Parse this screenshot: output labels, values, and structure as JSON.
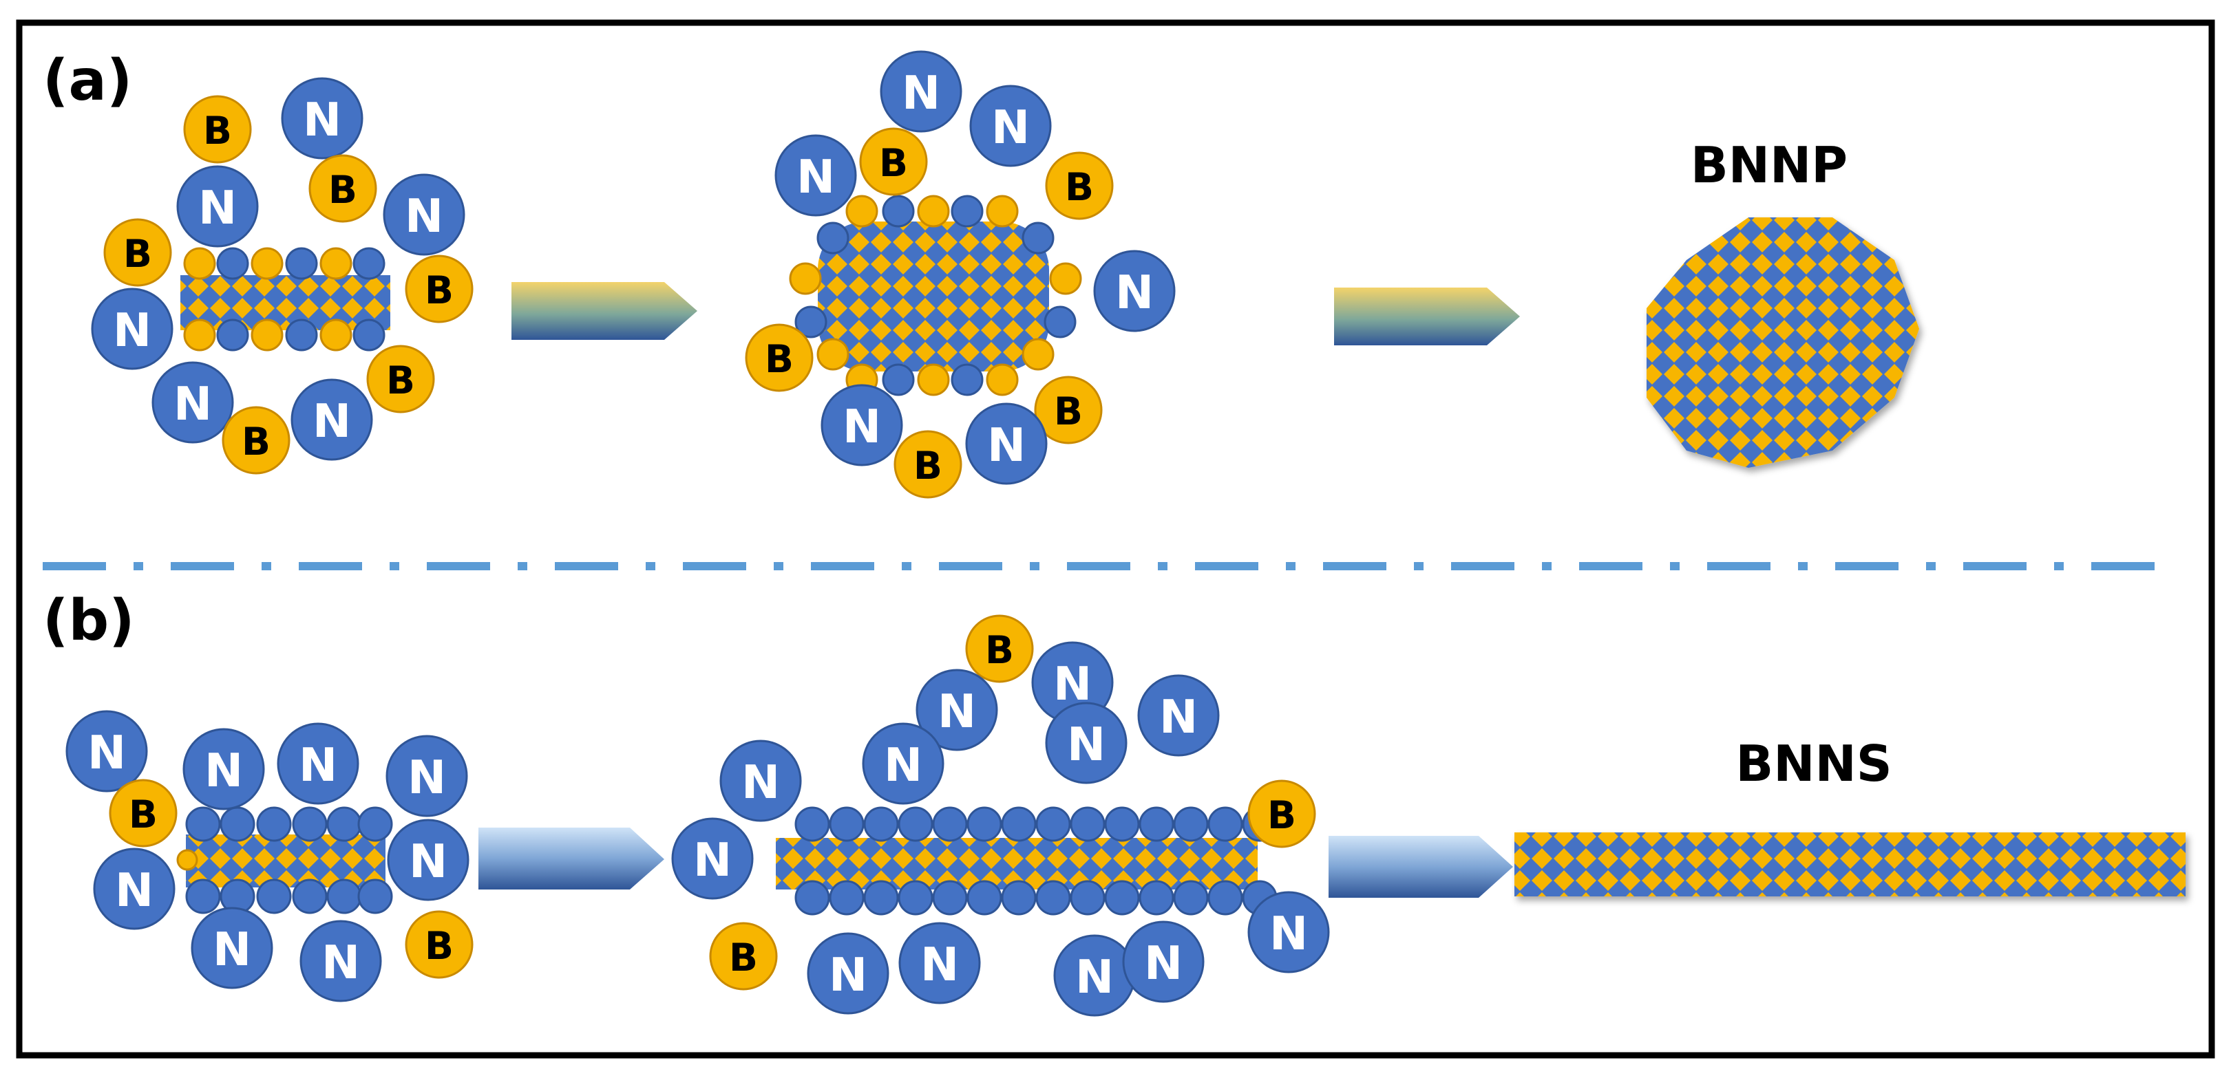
{
  "panel_a": {
    "label": "(a)",
    "product_label": "BNNP"
  },
  "panel_b": {
    "label": "(b)",
    "product_label": "BNNS"
  },
  "atoms": {
    "boron_symbol": "B",
    "nitrogen_symbol": "N"
  },
  "colors": {
    "boron": "#F7B500",
    "boron_outline": "#C98A00",
    "nitrogen": "#4472C4",
    "nitrogen_outline": "#2F5597",
    "lattice_bg": "#F7B500",
    "lattice_dot": "#4472C4",
    "frame": "#000000",
    "divider": "#5B9BD5"
  }
}
